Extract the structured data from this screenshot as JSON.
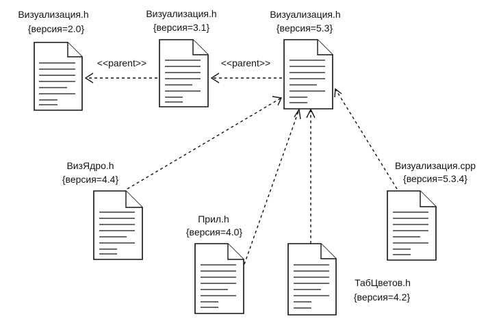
{
  "nodes": [
    {
      "id": "viz20",
      "name": "Визуализация.h",
      "version": "{версия=2.0}"
    },
    {
      "id": "viz31",
      "name": "Визуализация.h",
      "version": "{версия=3.1}"
    },
    {
      "id": "viz53",
      "name": "Визуализация.h",
      "version": "{версия=5.3}"
    },
    {
      "id": "core",
      "name": "ВизЯдро.h",
      "version": "{версия=4.4}"
    },
    {
      "id": "app",
      "name": "Прил.h",
      "version": "{версия=4.0}"
    },
    {
      "id": "colors",
      "name": "ТабЦветов.h",
      "version": "{версия=4.2}"
    },
    {
      "id": "vizcpp",
      "name": "Визуализация.cpp",
      "version": "{версия=5.3.4}"
    }
  ],
  "edges": [
    {
      "from": "viz31",
      "to": "viz20",
      "stereotype": "<<parent>>"
    },
    {
      "from": "viz53",
      "to": "viz31",
      "stereotype": "<<parent>>"
    },
    {
      "from": "core",
      "to": "viz53",
      "stereotype": ""
    },
    {
      "from": "app",
      "to": "viz53",
      "stereotype": ""
    },
    {
      "from": "colors",
      "to": "viz53",
      "stereotype": ""
    },
    {
      "from": "vizcpp",
      "to": "viz53",
      "stereotype": ""
    }
  ]
}
